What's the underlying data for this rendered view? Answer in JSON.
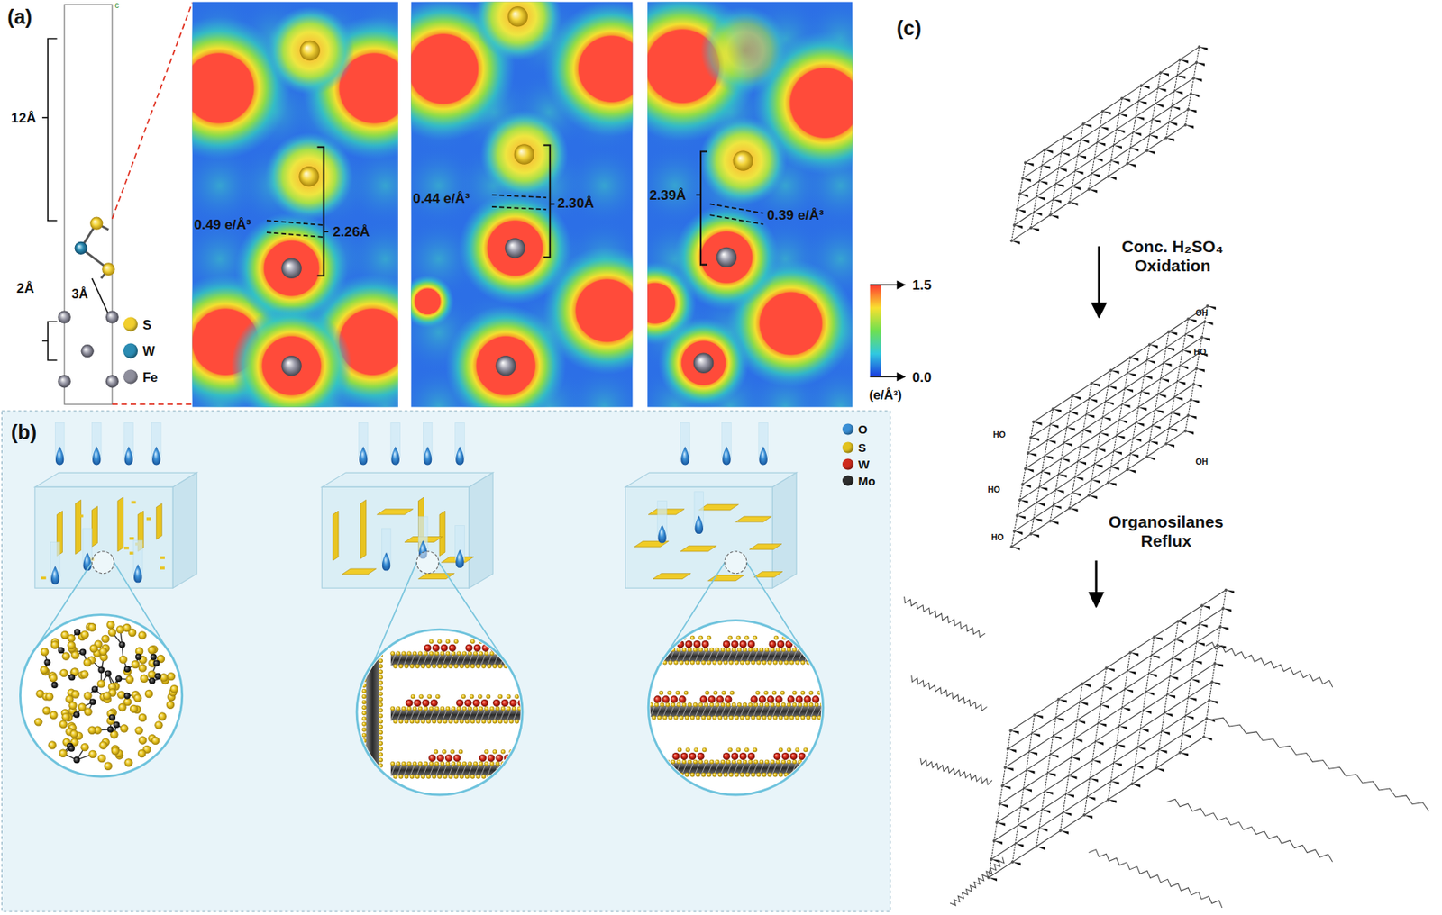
{
  "diagram": {
    "labels": [
      "(a)",
      "12Å",
      "2Å",
      "3Å",
      "c",
      "0.49 e/Å³",
      "2.26Å",
      "0.44 e/Å³",
      "2.30Å",
      "2.39Å",
      "0.39 e/Å³",
      "1.5",
      "0.0",
      "(e/Å³)",
      "(b)",
      "(c)",
      "Conc. H₂SO₄ Oxidation",
      "Organosilanes Reflux",
      "OH",
      "HO",
      "OH",
      "HO",
      "HO",
      "HO"
    ],
    "legend": [
      {
        "text": "S",
        "color": "#f2cf2e"
      },
      {
        "text": "W",
        "color": "#2b8cb3"
      },
      {
        "text": "Fe",
        "color": "#8e8e9c"
      },
      {
        "text": "O",
        "color": "#3a8fd6"
      },
      {
        "text": "S",
        "color": "#e3c31e"
      },
      {
        "text": "W",
        "color": "#cf2a1c"
      },
      {
        "text": "Mo",
        "color": "#2e2e2e"
      }
    ]
  }
}
